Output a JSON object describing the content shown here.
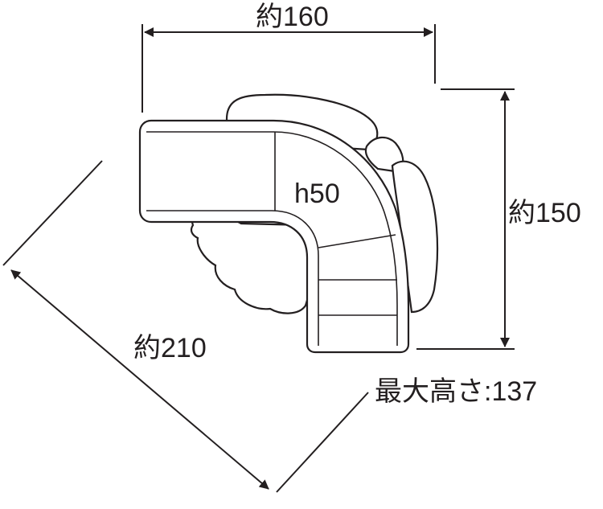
{
  "diagram": {
    "width_label": "約160",
    "depth_label": "約150",
    "diagonal_label": "約210",
    "seat_height_label": "h50",
    "max_height_label": "最大高さ:137"
  },
  "colors": {
    "ink": "#231f20",
    "background": "#ffffff"
  }
}
